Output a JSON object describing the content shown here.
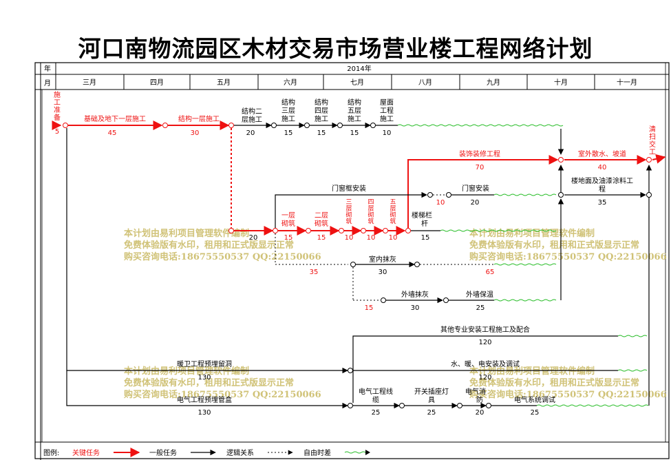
{
  "title": "河口南物流园区木材交易市场营业楼工程网络计划",
  "timeline": {
    "year_header": "年",
    "month_header": "月",
    "year": "2014年",
    "months": [
      "三月",
      "四月",
      "五月",
      "六月",
      "七月",
      "八月",
      "九月",
      "十月",
      "十一月"
    ]
  },
  "colors": {
    "critical": "#ee1111",
    "normal": "#000000",
    "float": "#22bb22",
    "watermark": "#c8b860"
  },
  "tasks": [
    {
      "id": "t0",
      "name": "施工准备",
      "duration": "5",
      "type": "critical"
    },
    {
      "id": "t1",
      "name": "基础及地下一层施工",
      "duration": "45",
      "type": "critical"
    },
    {
      "id": "t2",
      "name": "结构一层施工",
      "duration": "30",
      "type": "critical"
    },
    {
      "id": "t3",
      "name": "结构二层施工",
      "duration": "20",
      "type": "normal"
    },
    {
      "id": "t4",
      "name": "结构三层施工",
      "duration": "15",
      "type": "normal"
    },
    {
      "id": "t5",
      "name": "结构四层施工",
      "duration": "15",
      "type": "normal"
    },
    {
      "id": "t6",
      "name": "结构五层施工",
      "duration": "15",
      "type": "normal"
    },
    {
      "id": "t7",
      "name": "屋面工程施工",
      "duration": "10",
      "type": "normal"
    },
    {
      "id": "t8",
      "name": "一层砌筑",
      "duration": "15",
      "type": "critical"
    },
    {
      "id": "t9",
      "name": "二层砌筑",
      "duration": "15",
      "type": "critical"
    },
    {
      "id": "t10",
      "name": "三层砌筑",
      "duration": "10",
      "type": "critical"
    },
    {
      "id": "t11",
      "name": "四层砌筑",
      "duration": "10",
      "type": "critical"
    },
    {
      "id": "t12",
      "name": "五层砌筑",
      "duration": "10",
      "type": "critical"
    },
    {
      "id": "t13",
      "name": "装饰装修工程",
      "duration": "70",
      "type": "critical"
    },
    {
      "id": "t14",
      "name": "室外散水、坡道",
      "duration": "40",
      "type": "critical"
    },
    {
      "id": "t15",
      "name": "清扫交工",
      "duration": "",
      "type": "critical"
    },
    {
      "id": "t16",
      "name": "门窗框安装",
      "duration": "",
      "type": "normal"
    },
    {
      "id": "t17",
      "name": "门窗安装",
      "duration": "20",
      "type": "normal"
    },
    {
      "id": "t18",
      "name": "楼地面及油漆涂料工程",
      "duration": "35",
      "type": "normal"
    },
    {
      "id": "t19",
      "name": "楼梯栏杆",
      "duration": "15",
      "type": "normal"
    },
    {
      "id": "t20",
      "name": "室内抹灰",
      "duration": "30",
      "type": "normal"
    },
    {
      "id": "t21",
      "name": "外墙抹灰",
      "duration": "30",
      "type": "normal"
    },
    {
      "id": "t22",
      "name": "外墙保温",
      "duration": "25",
      "type": "normal"
    },
    {
      "id": "t23",
      "name": "其他专业安装工程施工及配合",
      "duration": "120",
      "type": "normal"
    },
    {
      "id": "t24",
      "name": "暖卫工程预埋留洞",
      "duration": "130",
      "type": "normal"
    },
    {
      "id": "t25",
      "name": "水、暖、电安装及调试",
      "duration": "120",
      "type": "normal"
    },
    {
      "id": "t26",
      "name": "电气工程预埋管盒",
      "duration": "130",
      "type": "normal"
    },
    {
      "id": "t27",
      "name": "电气工程线缆",
      "duration": "25",
      "type": "normal"
    },
    {
      "id": "t28",
      "name": "开关插座灯具",
      "duration": "25",
      "type": "normal"
    },
    {
      "id": "t29",
      "name": "电气消防",
      "duration": "20",
      "type": "normal"
    },
    {
      "id": "t30",
      "name": "电气系统调试",
      "duration": "25",
      "type": "normal"
    }
  ],
  "lag_labels": [
    {
      "id": "lag_door",
      "value": "10"
    },
    {
      "id": "lag_plaster",
      "value": "35"
    },
    {
      "id": "lag_plaster2",
      "value": "65"
    },
    {
      "id": "lag_exterior",
      "value": "15"
    }
  ],
  "legend": {
    "label": "图例:",
    "critical": "关键任务",
    "normal": "一般任务",
    "logic": "逻辑关系",
    "float": "自由时差"
  },
  "watermark": {
    "line1": "本计划由易利项目管理软件编制",
    "line2": "免费体验版有水印，租用和正式版显示正常",
    "line3": "购买咨询电话:18675550537 QQ:22150066"
  }
}
